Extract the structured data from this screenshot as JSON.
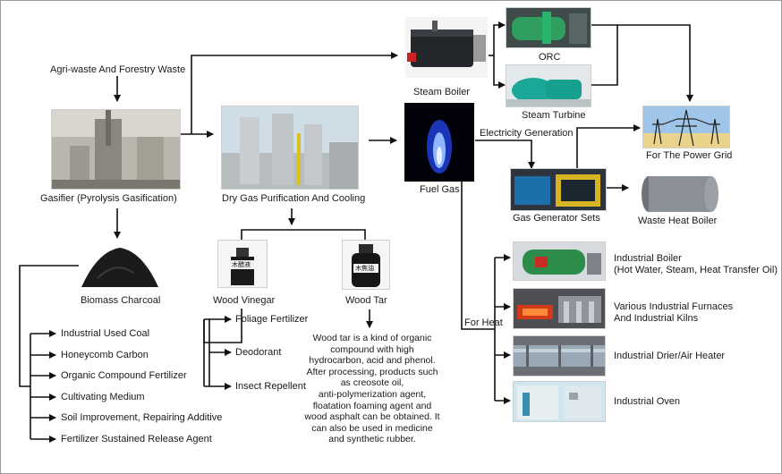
{
  "nodes": {
    "agri_waste": "Agri-waste And Forestry Waste",
    "gasifier": "Gasifier (Pyrolysis Gasification)",
    "dry_gas": "Dry Gas Purification And Cooling",
    "fuel_gas": "Fuel Gas",
    "steam_boiler": "Steam Boiler",
    "orc": "ORC",
    "steam_turbine": "Steam Turbine",
    "power_grid": "For The Power Grid",
    "electricity": "Electricity Generation",
    "gas_gen": "Gas Generator Sets",
    "waste_heat": "Waste Heat Boiler",
    "for_heat": "For Heat",
    "industrial_boiler_1": "Industrial Boiler",
    "industrial_boiler_2": "(Hot Water, Steam, Heat Transfer Oil)",
    "furnaces_1": "Various Industrial Furnaces",
    "furnaces_2": "And Industrial Kilns",
    "drier": "Industrial Drier/Air Heater",
    "oven": "Industrial Oven",
    "charcoal": "Biomass Charcoal",
    "wood_vinegar": "Wood Vinegar",
    "wood_tar": "Wood Tar",
    "bottle_vinegar": "木醋液",
    "bottle_tar": "木焦油"
  },
  "charcoal_uses": [
    "Industrial Used Coal",
    "Honeycomb Carbon",
    "Organic Compound Fertilizer",
    "Cultivating Medium",
    "Soil Improvement, Repairing Additive",
    "Fertilizer Sustained Release Agent"
  ],
  "vinegar_uses": [
    "Foliage Fertilizer",
    "Deodorant",
    "Insect Repellent"
  ],
  "wood_tar_description": [
    "Wood tar is a kind of organic",
    "compound with high",
    "hydrocarbon, acid and phenol.",
    "After processing, products such",
    "as creosote oil,",
    "anti-polymerization agent,",
    "floatation foaming agent and",
    "wood asphalt can be obtained. It",
    "can also be used in medicine",
    "and synthetic rubber."
  ]
}
